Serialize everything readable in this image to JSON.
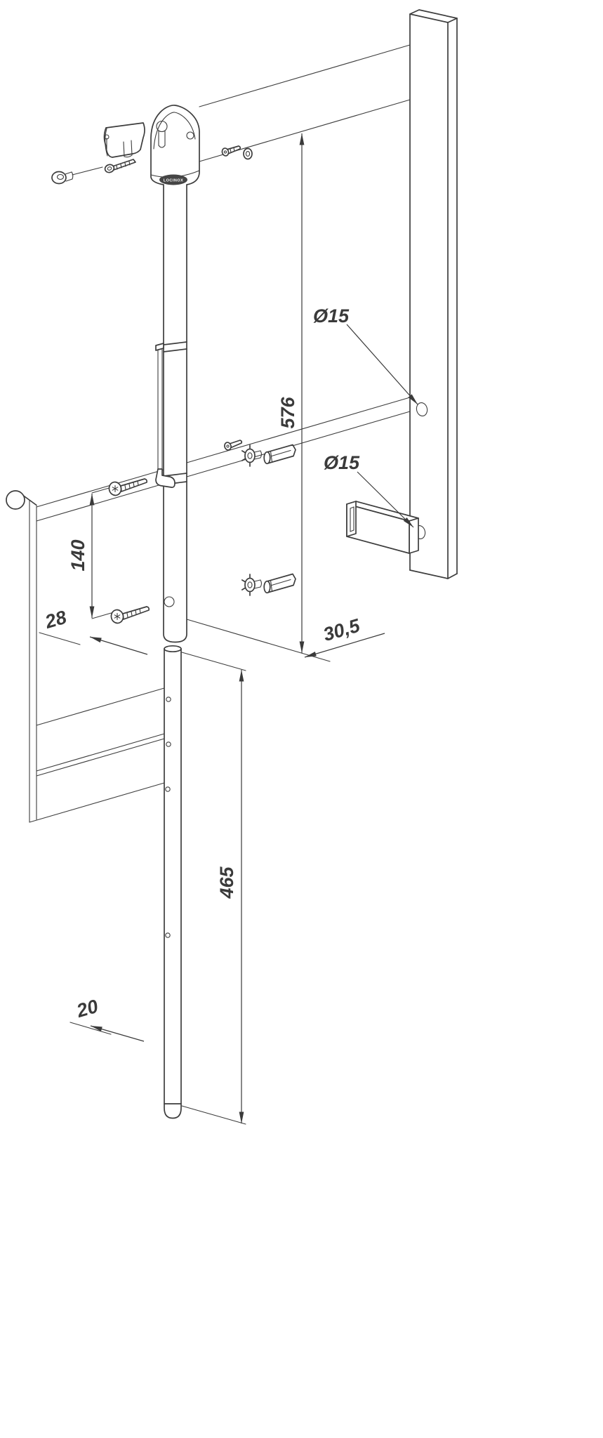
{
  "page": {
    "background": "#ffffff"
  },
  "drawing": {
    "brand_badge": "LOCINOX",
    "line_color": "#3d3d3d",
    "text_color": "#3a3a3a",
    "dimensions": {
      "dia15_top": "Ø15",
      "dia15_bottom": "Ø15",
      "height_576": "576",
      "spacing_140": "140",
      "offset_28": "28",
      "width_30_5": "30,5",
      "length_465": "465",
      "offset_20": "20"
    }
  }
}
